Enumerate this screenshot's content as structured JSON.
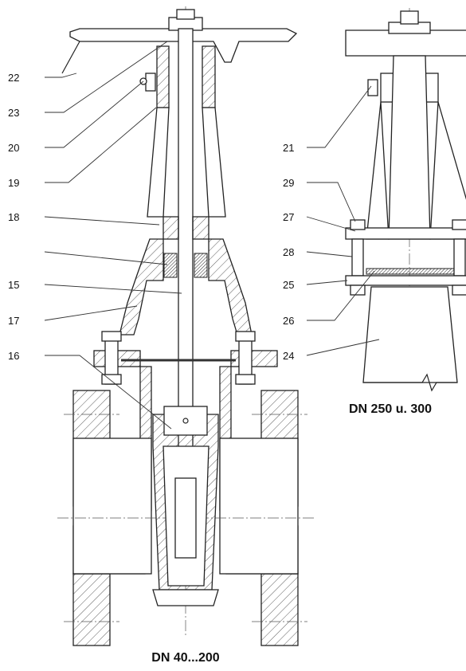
{
  "labels": [
    {
      "num": "22",
      "side": "left"
    },
    {
      "num": "23",
      "side": "left"
    },
    {
      "num": "20",
      "side": "left"
    },
    {
      "num": "19",
      "side": "left"
    },
    {
      "num": "18",
      "side": "left"
    },
    {
      "num": "15",
      "side": "left"
    },
    {
      "num": "17",
      "side": "left"
    },
    {
      "num": "16",
      "side": "left"
    },
    {
      "num": "21",
      "side": "right"
    },
    {
      "num": "29",
      "side": "right"
    },
    {
      "num": "27",
      "side": "right"
    },
    {
      "num": "28",
      "side": "right"
    },
    {
      "num": "25",
      "side": "right"
    },
    {
      "num": "26",
      "side": "right"
    },
    {
      "num": "24",
      "side": "right"
    }
  ],
  "captions": {
    "main": "DN 40...200",
    "detail": "DN 250 u. 300"
  }
}
